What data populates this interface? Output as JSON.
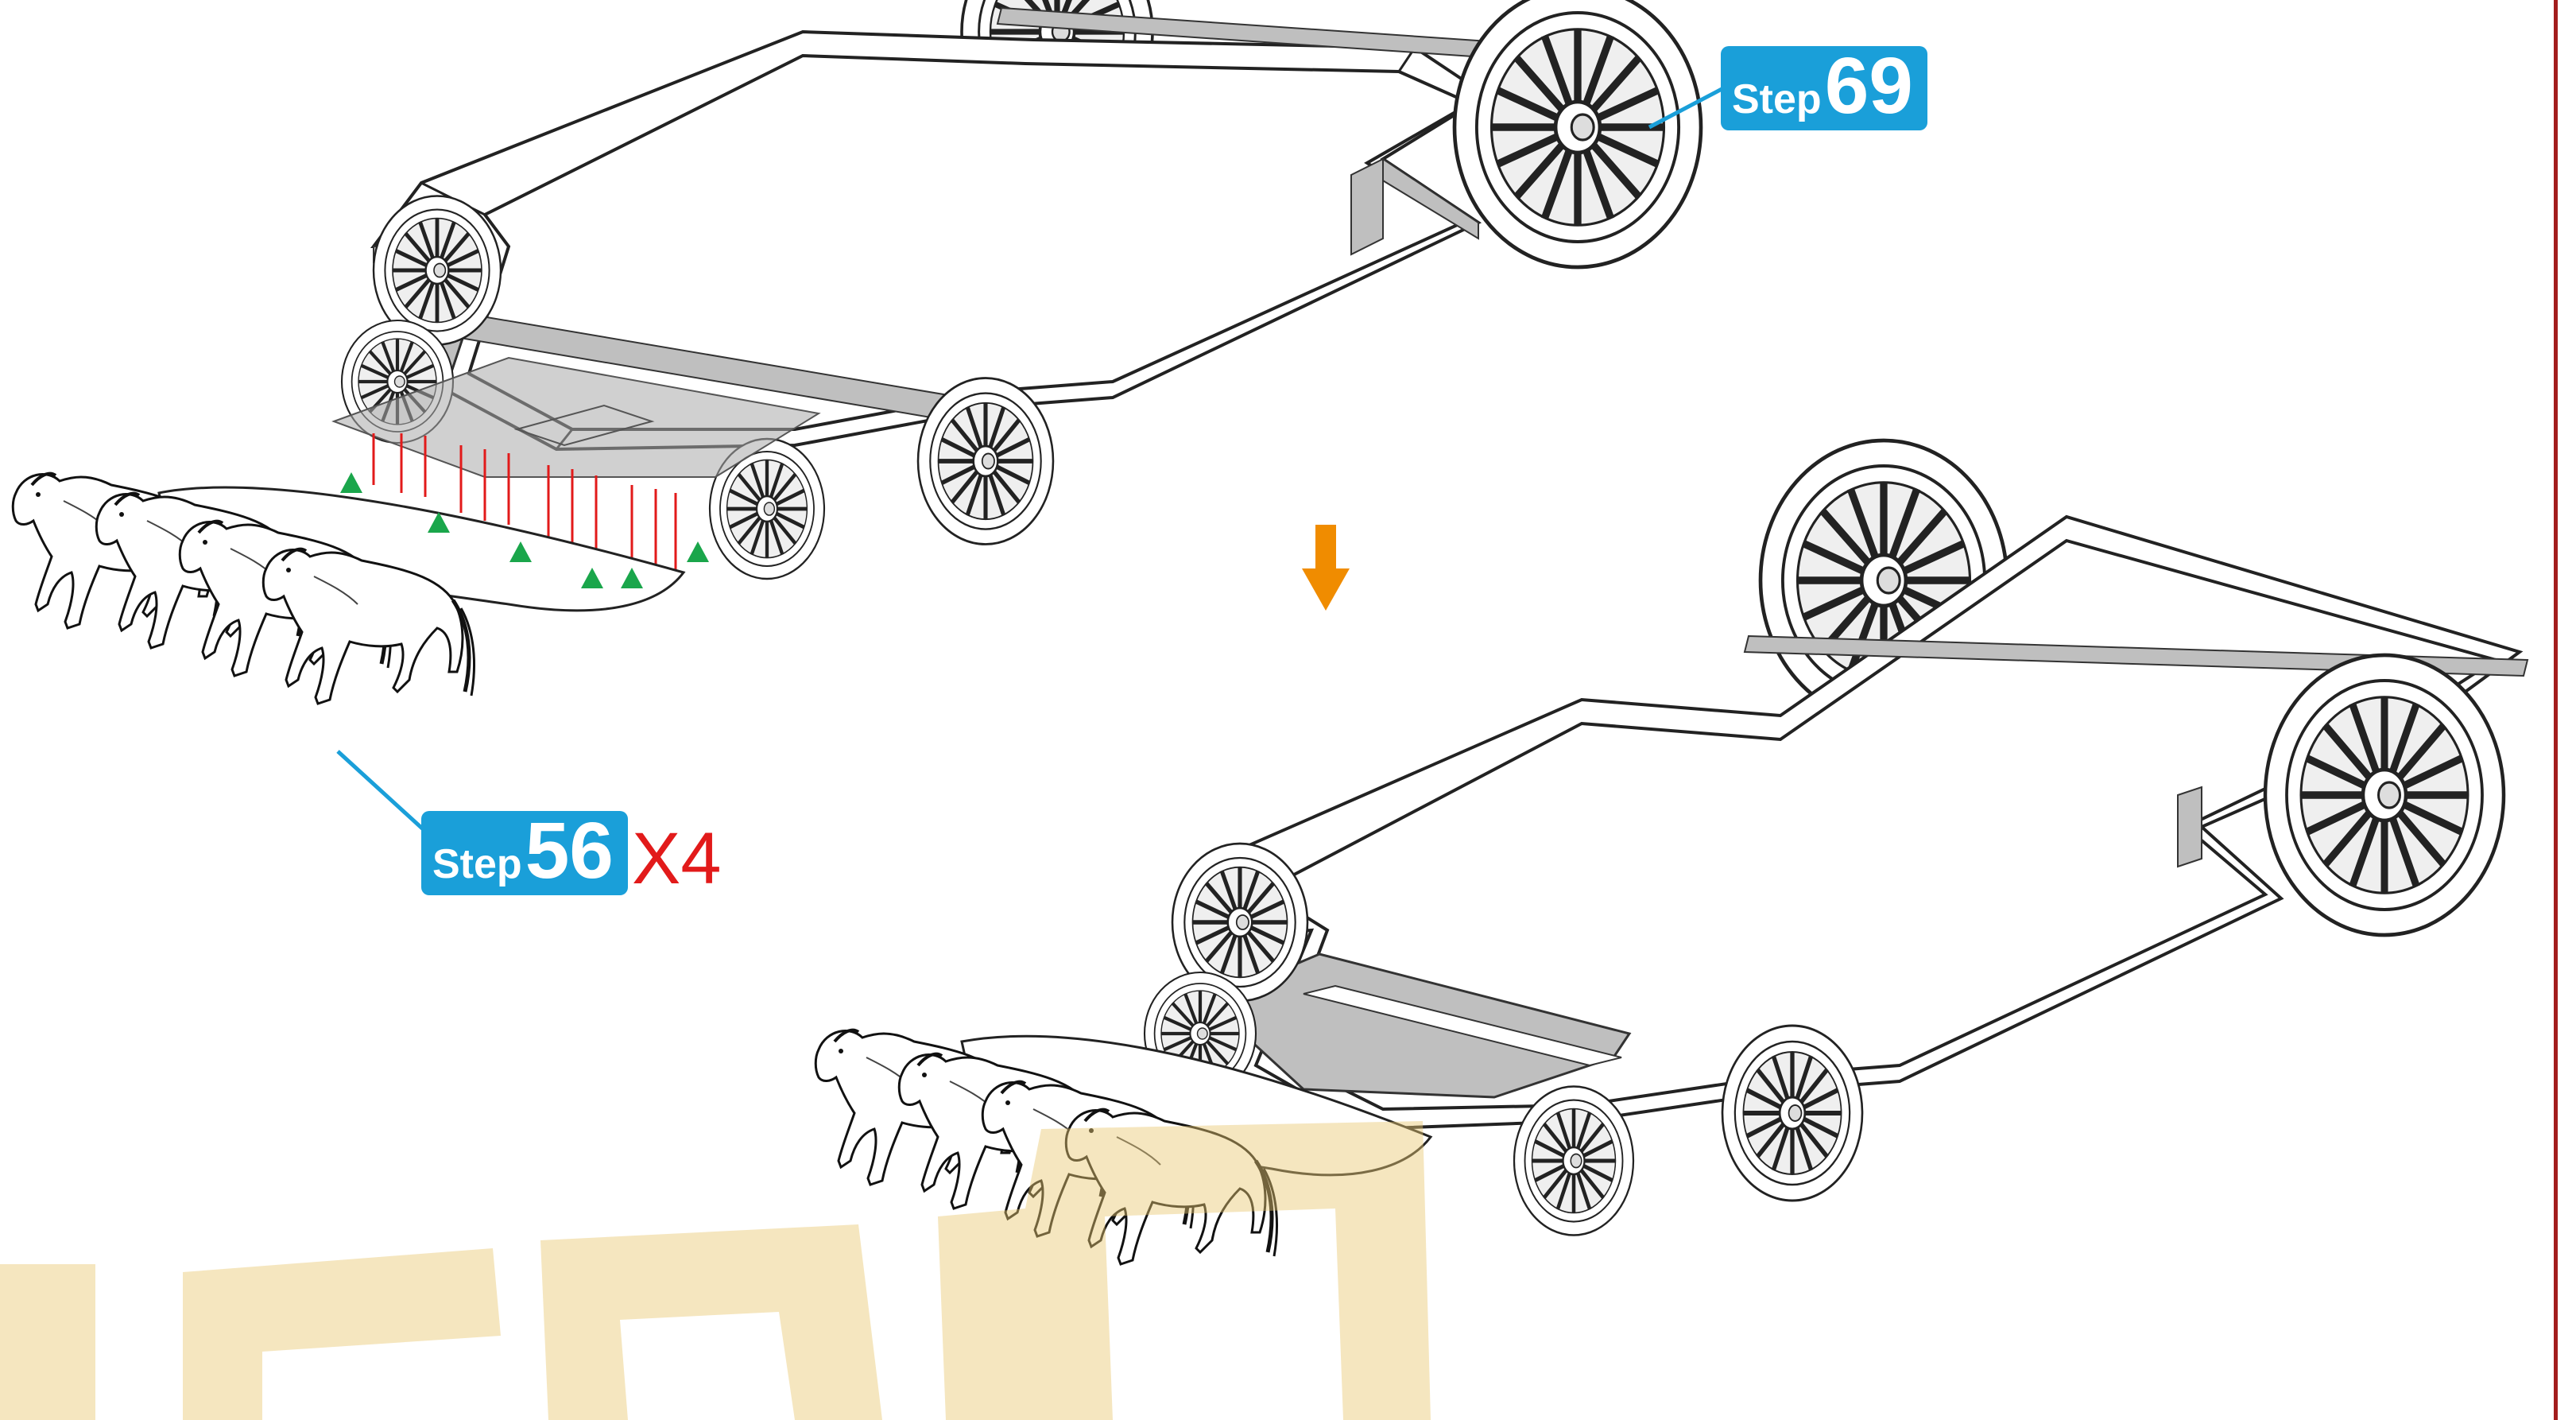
{
  "callouts": {
    "top": {
      "word": "Step",
      "number": "69"
    },
    "bottom": {
      "word": "Step",
      "number": "56",
      "multiplier": "X4"
    }
  },
  "colors": {
    "step_badge": "#1a9fd9",
    "multiplier": "#e21a1a",
    "arrow": "#f08c00",
    "frame_fill": "#bfbfbf",
    "green_marker": "#1aa64b",
    "glue_line": "#e21a1a",
    "page_border": "#a31d1d",
    "watermark": "#e8c870"
  },
  "icons": [
    "down-arrow-icon",
    "wheel-icon",
    "horse-icon",
    "green-triangle-marker-icon"
  ]
}
